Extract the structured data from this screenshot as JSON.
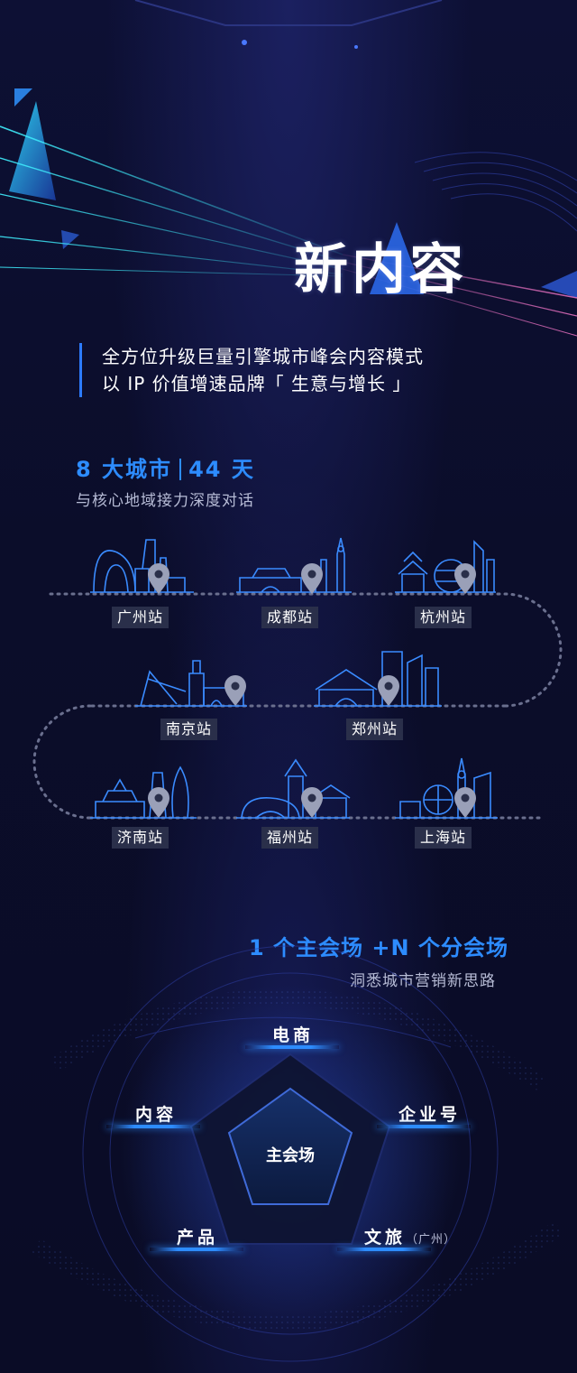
{
  "hero": {
    "title": "新内容"
  },
  "intro": {
    "line1": "全方位升级巨量引擎城市峰会内容模式",
    "line2": "以 IP 价值增速品牌「 生意与增长 」"
  },
  "cities": {
    "count": "8 大城市",
    "days": "44 天",
    "subtitle": "与核心地域接力深度对话",
    "stations": [
      {
        "label": "广州站",
        "icon": "guangzhou-skyline-icon"
      },
      {
        "label": "成都站",
        "icon": "chengdu-skyline-icon"
      },
      {
        "label": "杭州站",
        "icon": "hangzhou-skyline-icon"
      },
      {
        "label": "南京站",
        "icon": "nanjing-skyline-icon"
      },
      {
        "label": "郑州站",
        "icon": "zhengzhou-skyline-icon"
      },
      {
        "label": "济南站",
        "icon": "jinan-skyline-icon"
      },
      {
        "label": "福州站",
        "icon": "fuzhou-skyline-icon"
      },
      {
        "label": "上海站",
        "icon": "shanghai-skyline-icon"
      }
    ]
  },
  "venues": {
    "heading": "1 个主会场 +N 个分会场",
    "subtitle": "洞悉城市营销新思路",
    "center": "主会场",
    "nodes": [
      {
        "label": "电商"
      },
      {
        "label": "企业号"
      },
      {
        "label": "文旅",
        "note": "（广州）"
      },
      {
        "label": "产品"
      },
      {
        "label": "内容"
      }
    ]
  },
  "colors": {
    "background": "#0b0d2a",
    "accent": "#2d8cff",
    "line": "#3a8bff",
    "label_bg": "#2a2f4a",
    "subtext": "#b7bcd6"
  }
}
